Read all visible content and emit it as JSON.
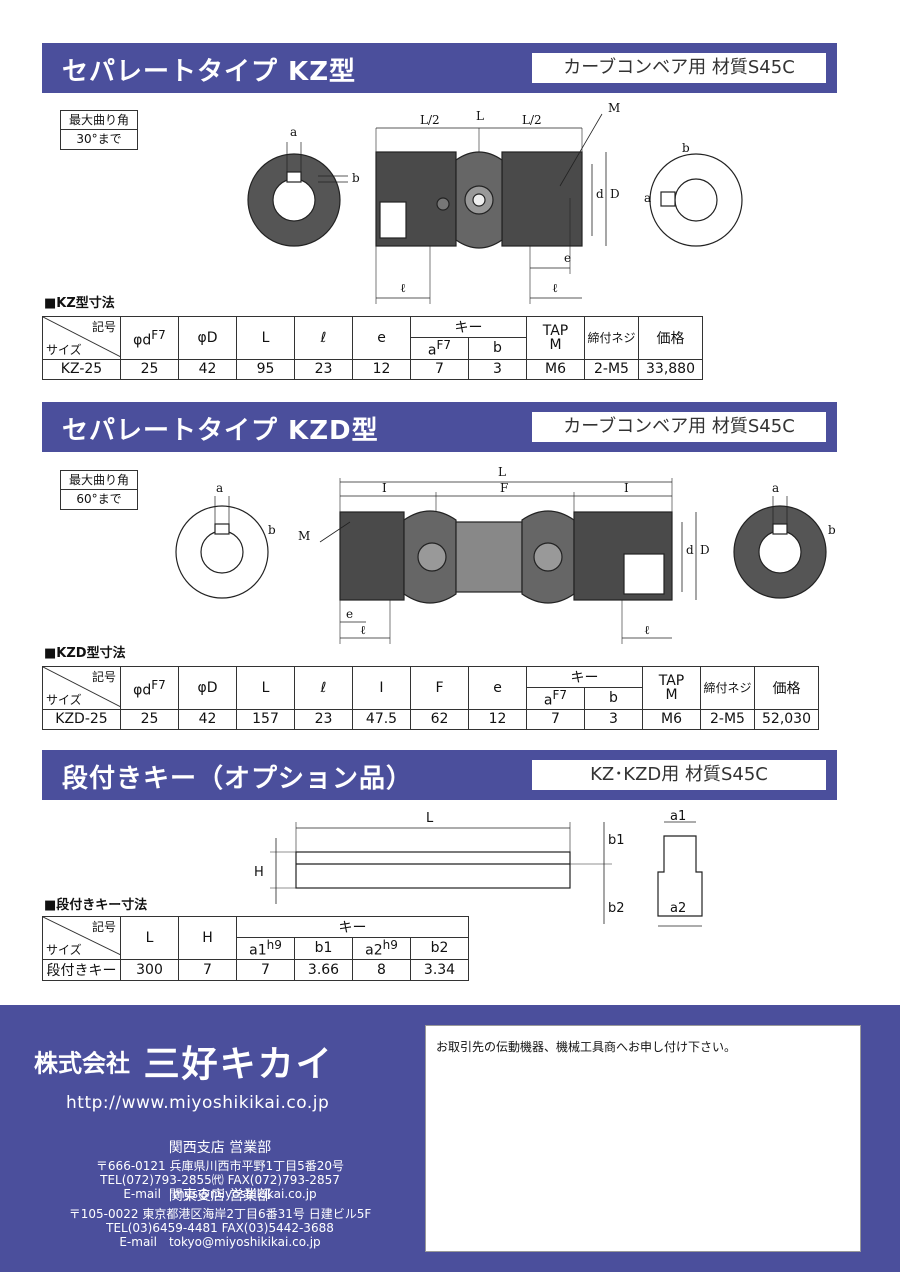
{
  "kz": {
    "title": "セパレートタイプ KZ型",
    "tag": "カーブコンベア用 材質S45C",
    "angle_label": "最大曲り角",
    "angle_value": "30°まで",
    "dim_title": "■KZ型寸法",
    "drawing": {
      "a": "a",
      "b": "b",
      "L": "L",
      "L2": "L/2",
      "M": "M",
      "d": "d",
      "D": "D",
      "e": "e",
      "l": "ℓ"
    },
    "header": {
      "kigo": "記号",
      "size": "サイズ",
      "d": "φd",
      "d_sup": "F7",
      "D": "φD",
      "L": "L",
      "l": "ℓ",
      "e": "e",
      "key": "キー",
      "a": "a",
      "a_sup": "F7",
      "b": "b",
      "tap": "TAP",
      "tap_m": "M",
      "screw": "締付ネジ",
      "price": "価格"
    },
    "row": {
      "size": "KZ-25",
      "d": "25",
      "D": "42",
      "L": "95",
      "l": "23",
      "e": "12",
      "a": "7",
      "b": "3",
      "tap": "M6",
      "screw": "2-M5",
      "price": "33,880"
    }
  },
  "kzd": {
    "title": "セパレートタイプ KZD型",
    "tag": "カーブコンベア用 材質S45C",
    "angle_label": "最大曲り角",
    "angle_value": "60°まで",
    "dim_title": "■KZD型寸法",
    "drawing": {
      "a": "a",
      "b": "b",
      "L": "L",
      "I": "I",
      "F": "F",
      "M": "M",
      "d": "d",
      "D": "D",
      "e": "e",
      "l": "ℓ"
    },
    "header": {
      "kigo": "記号",
      "size": "サイズ",
      "d": "φd",
      "d_sup": "F7",
      "D": "φD",
      "L": "L",
      "l": "ℓ",
      "I": "I",
      "F": "F",
      "e": "e",
      "key": "キー",
      "a": "a",
      "a_sup": "F7",
      "b": "b",
      "tap": "TAP",
      "tap_m": "M",
      "screw": "締付ネジ",
      "price": "価格"
    },
    "row": {
      "size": "KZD-25",
      "d": "25",
      "D": "42",
      "L": "157",
      "l": "23",
      "I": "47.5",
      "F": "62",
      "e": "12",
      "a": "7",
      "b": "3",
      "tap": "M6",
      "screw": "2-M5",
      "price": "52,030"
    }
  },
  "key": {
    "title": "段付きキー（オプション品）",
    "tag": "KZ･KZD用 材質S45C",
    "dim_title": "■段付きキー寸法",
    "drawing": {
      "L": "L",
      "H": "H",
      "b1": "b1",
      "b2": "b2",
      "a1": "a1",
      "a2": "a2"
    },
    "header": {
      "kigo": "記号",
      "size": "サイズ",
      "L": "L",
      "H": "H",
      "key": "キー",
      "a1": "a1",
      "a1_sup": "h9",
      "b1": "b1",
      "a2": "a2",
      "a2_sup": "h9",
      "b2": "b2"
    },
    "row": {
      "size": "段付きキー",
      "L": "300",
      "H": "7",
      "a1": "7",
      "b1": "3.66",
      "a2": "8",
      "b2": "3.34"
    }
  },
  "footer": {
    "company_prefix": "株式会社",
    "company_name": "三好キカイ",
    "url": "http://www.miyoshikikai.co.jp",
    "kansai": {
      "name": "関西支店 営業部",
      "address": "〒666-0121 兵庫県川西市平野1丁目5番20号",
      "tel": "TEL(072)793-2855㈹ FAX(072)793-2857",
      "email": "E-mail　mys@miyoshikikai.co.jp"
    },
    "kanto": {
      "name": "関東支店 営業部",
      "address": "〒105-0022 東京都港区海岸2丁目6番31号 日建ビル5F",
      "tel": "TEL(03)6459-4481 FAX(03)5442-3688",
      "email": "E-mail　tokyo@miyoshikikai.co.jp"
    },
    "contact_note": "お取引先の伝動機器、機械工具商へお申し付け下さい。"
  }
}
